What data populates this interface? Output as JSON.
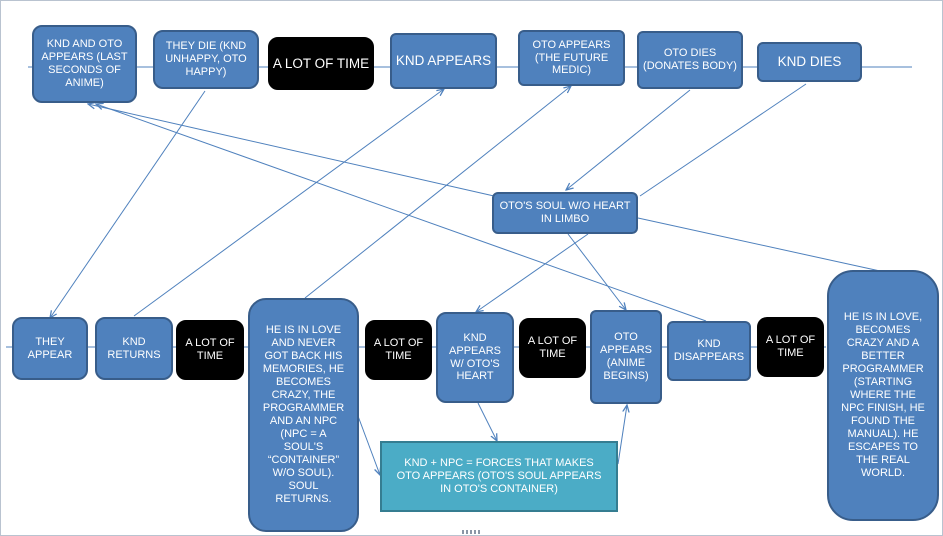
{
  "diagram": {
    "nodes": {
      "knd_oto_appears_last": "KND AND OTO APPEARS (LAST SECONDS OF ANIME)",
      "they_die": "THEY DIE (KND UNHAPPY, OTO HAPPY)",
      "a_lot_of_time_top": "A LOT OF TIME",
      "knd_appears_top": "KND APPEARS",
      "oto_appears_future_medic": "OTO APPEARS (THE FUTURE MEDIC)",
      "oto_dies": "OTO DIES (DONATES BODY)",
      "knd_dies": "KND DIES",
      "oto_soul_limbo": "OTO'S SOUL W/O HEART IN LIMBO",
      "they_appear": "THEY APPEAR",
      "knd_returns": "KND RETURNS",
      "a_lot_of_time_1": "A LOT OF TIME",
      "he_is_in_love_memories": "HE IS IN LOVE AND NEVER GOT BACK HIS MEMORIES, HE BECOMES CRAZY, THE PROGRAMMER AND AN NPC (NPC = A SOUL'S “CONTAINER” W/O SOUL). SOUL RETURNS.",
      "a_lot_of_time_2": "A LOT OF TIME",
      "knd_appears_heart": "KND APPEARS W/ OTO'S HEART",
      "a_lot_of_time_3": "A LOT OF TIME",
      "oto_appears_anime_begins": "OTO APPEARS (ANIME BEGINS)",
      "knd_disappears": "KND DISAPPEARS",
      "a_lot_of_time_4": "A LOT OF TIME",
      "he_is_in_love_programmer": "HE IS IN LOVE, BECOMES CRAZY AND A BETTER PROGRAMMER (STARTING WHERE THE NPC FINISH, HE FOUND THE MANUAL). HE ESCAPES TO THE REAL WORLD.",
      "knd_npc_forces": "KND + NPC = FORCES THAT MAKES OTO APPEARS (OTO'S SOUL APPEARS IN OTO'S CONTAINER)"
    },
    "colors": {
      "box_fill": "#4f81bd",
      "box_border": "#385d8a",
      "time_box": "#000000",
      "highlight_box": "#4bacc6",
      "line": "#4f81bd"
    }
  }
}
